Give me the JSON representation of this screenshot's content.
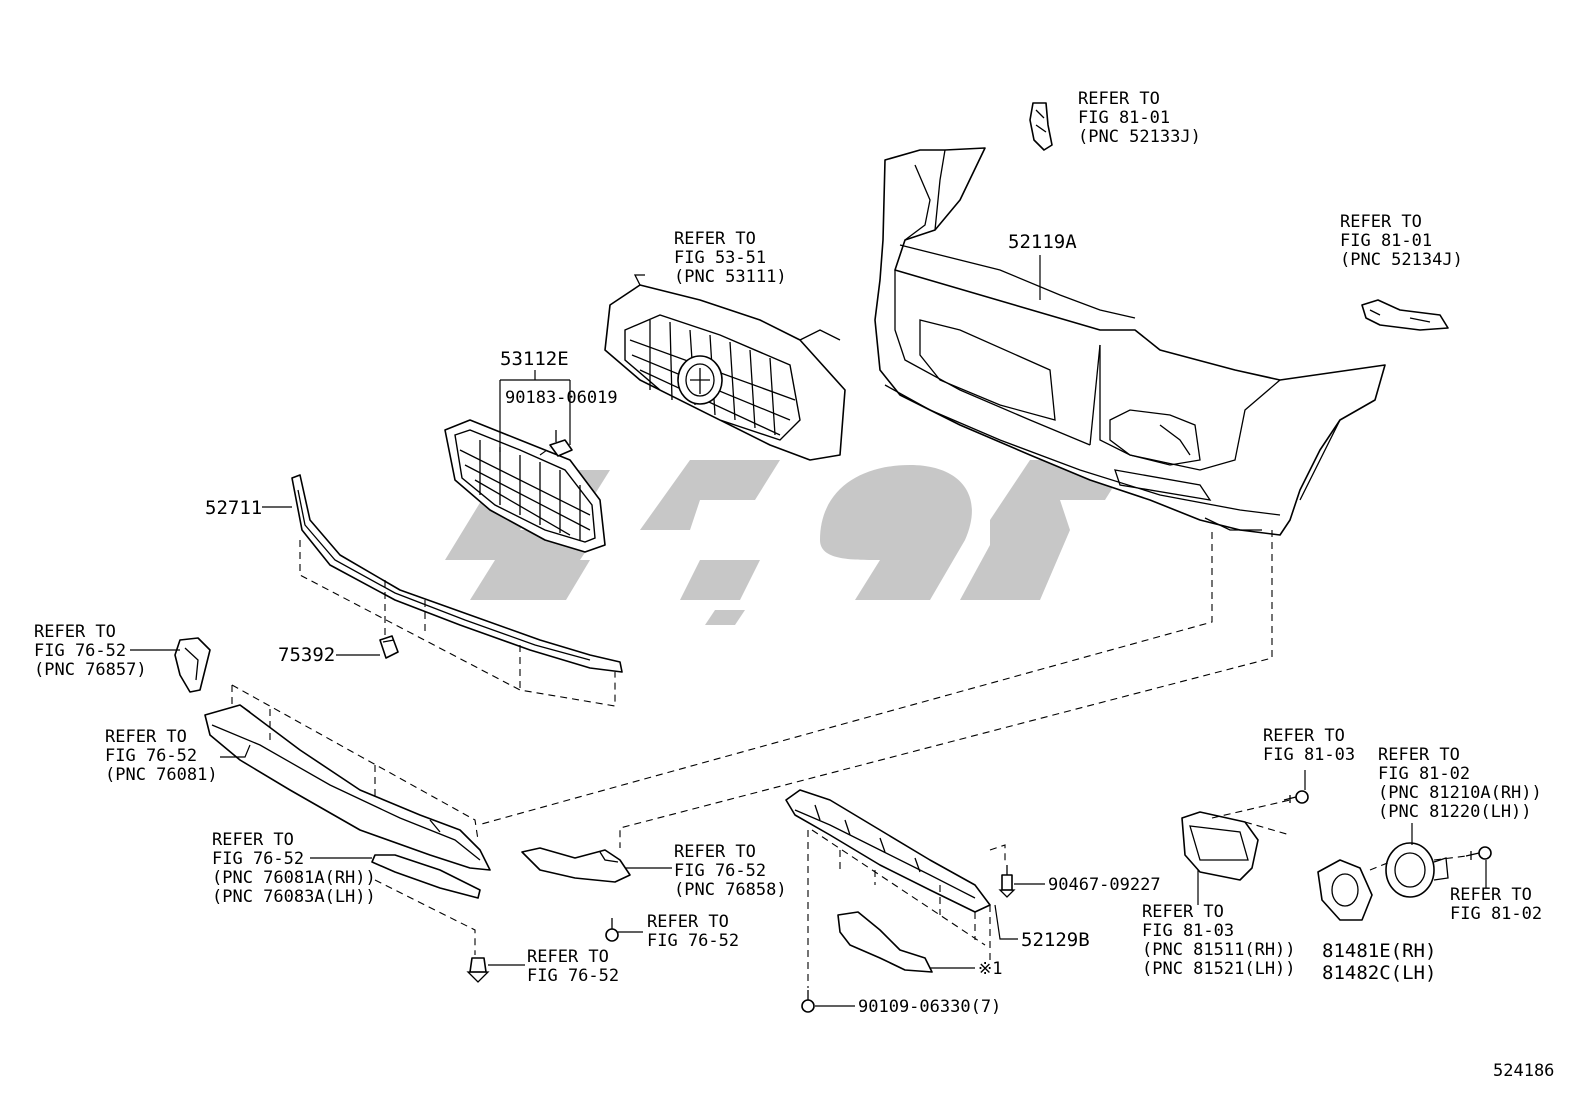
{
  "diagram_id": "524186",
  "watermark_text": "",
  "parts": {
    "bumper_cover": "52119A",
    "grille_insert": "53112E",
    "grille_clip": "90183-06019",
    "lower_molding": "52711",
    "retainer": "75392",
    "lower_protector": "52129B",
    "protector_bolt": "90109-06330(7)",
    "clip_90467": "90467-09227",
    "fog_cover_rh": "81481E(RH)",
    "fog_cover_lh": "81482C(LH)",
    "note_marker": "※1"
  },
  "refs": {
    "bracket_rh": [
      "REFER TO",
      "FIG 81-01",
      "(PNC 52133J)"
    ],
    "bracket_lh": [
      "REFER TO",
      "FIG 81-01",
      "(PNC 52134J)"
    ],
    "radiator_grille": [
      "REFER TO",
      "FIG 53-51",
      "(PNC 53111)"
    ],
    "side_bracket": [
      "REFER TO",
      "FIG 76-52",
      "(PNC 76857)"
    ],
    "spoiler": [
      "REFER TO",
      "FIG 76-52",
      "(PNC 76081)"
    ],
    "spoiler_ext": [
      "REFER TO",
      "FIG 76-52",
      "(PNC 76081A(RH))",
      "(PNC 76083A(LH))"
    ],
    "clip_lower": [
      "REFER TO",
      "FIG 76-52"
    ],
    "side_spoiler": [
      "REFER TO",
      "FIG 76-52",
      "(PNC 76858)"
    ],
    "screw_76": [
      "REFER TO",
      "FIG 76-52"
    ],
    "fog_bracket_screw": [
      "REFER TO",
      "FIG 81-03"
    ],
    "fog_bracket": [
      "REFER TO",
      "FIG 81-03",
      "(PNC 81511(RH))",
      "(PNC 81521(LH))"
    ],
    "fog_lamp": [
      "REFER TO",
      "FIG 81-02",
      "(PNC 81210A(RH))",
      "(PNC 81220(LH))"
    ],
    "fog_screw": [
      "REFER TO",
      "FIG 81-02"
    ]
  }
}
